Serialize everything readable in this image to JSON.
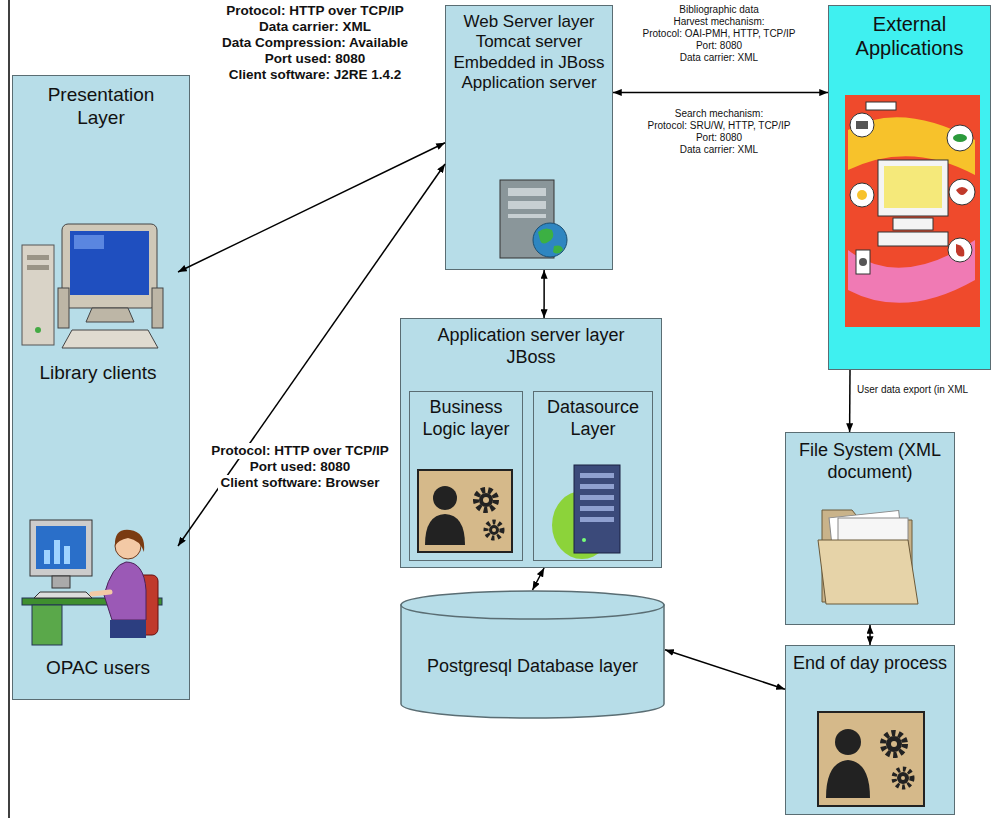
{
  "diagram": {
    "nodes": [
      {
        "text": [
          "Presentation Layer"
        ]
      },
      {
        "text": [
          "Library clients"
        ],
        "in": 0
      },
      {
        "text": [
          "OPAC users"
        ],
        "in": 0
      },
      {
        "text": [
          "Web Server layer Tomcat server Embedded in JBoss Application server"
        ]
      },
      {
        "text": [
          "External Applications"
        ]
      },
      {
        "text": [
          "Application server layer JBoss"
        ]
      },
      {
        "text": [
          "Business Logic layer"
        ],
        "in": 5
      },
      {
        "text": [
          "Datasource Layer"
        ],
        "in": 5
      },
      {
        "text": [
          "File System (XML document)"
        ]
      },
      {
        "text": [
          "Postgresql Database layer"
        ]
      },
      {
        "text": [
          "End of day process"
        ]
      }
    ],
    "edges": [
      {
        "from": 3,
        "to": 1,
        "arrow": "both"
      },
      {
        "from": 3,
        "to": 2,
        "arrow": "both"
      },
      {
        "from": 3,
        "to": 4,
        "arrow": "both"
      },
      {
        "from": 3,
        "to": 5,
        "arrow": "both"
      },
      {
        "from": 5,
        "to": 9,
        "arrow": "both"
      },
      {
        "from": 9,
        "to": 10,
        "arrow": "both"
      },
      {
        "from": 4,
        "to": 8,
        "label": "User data export (in XML",
        "arrow": "to"
      },
      {
        "from": 8,
        "to": 10,
        "arrow": "both"
      }
    ],
    "labels": [
      "Protocol: HTTP over TCP/IP",
      "Data carrier: XML",
      "Data Compression: Available",
      "Port used: 8080",
      "Client software: J2RE 1.4.2",
      "Bibliographic data",
      "Harvest mechanism:",
      "Protocol: OAI-PMH, HTTP, TCP/IP",
      "Port: 8080",
      "Data carrier: XML",
      "Search mechanism:",
      "Protocol: SRU/W, HTTP, TCP/IP",
      "Port: 8080",
      "Data carrier: XML",
      "Protocol: HTTP over TCP/IP",
      "Port used: 8080",
      "Client software: Browser"
    ]
  }
}
